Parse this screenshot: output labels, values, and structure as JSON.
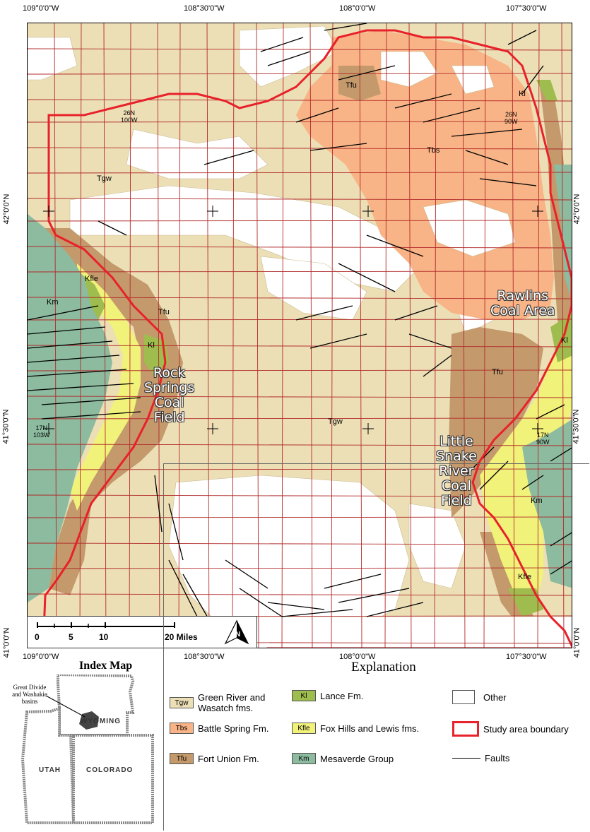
{
  "coords": {
    "top": [
      "109°0'0\"W",
      "108°30'0\"W",
      "108°0'0\"W",
      "107°30'0\"W"
    ],
    "bottom": [
      "109°0'0\"W",
      "108°30'0\"W",
      "108°0'0\"W",
      "107°30'0\"W"
    ],
    "left": [
      "42°0'0\"N",
      "41°30'0\"N",
      "41°0'0\"N"
    ],
    "right": [
      "42°0'0\"N",
      "41°30'0\"N",
      "41°0'0\"N"
    ]
  },
  "colors": {
    "tgw": "#ecdfb6",
    "tbs": "#f8b486",
    "tfu": "#c49a6c",
    "kl": "#9ebd4e",
    "kfle": "#f1f27a",
    "km": "#8cbb9f",
    "other": "#ffffff",
    "boundary": "#e8212a",
    "grid": "#b22a2a",
    "faults": "#000000"
  },
  "map_units": {
    "tgw_a": "Tgw",
    "tgw_b": "Tgw",
    "tbs": "Tbs",
    "tfu_a": "Tfu",
    "tfu_b": "Tfu",
    "tfu_c": "Tfu",
    "kl_a": "Kl",
    "kl_b": "Kl",
    "kl_c": "Kl",
    "kfle_a": "Kfle",
    "kfle_b": "Kfle",
    "km_a": "Km",
    "km_b": "Km"
  },
  "townships": {
    "t1": "26N\n100W",
    "t2": "26N\n90W",
    "t3": "17N\n103W",
    "t4": "17N\n90W"
  },
  "areas": {
    "rawlins": "Rawlins\nCoal Area",
    "rock_springs": "Rock\nSprings\nCoal\nField",
    "little_snake": "Little\nSnake\nRiver\nCoal\nField"
  },
  "scalebar": {
    "ticks": [
      "0",
      "5",
      "10",
      "20 Miles"
    ],
    "north_icon": "north-arrow-icon"
  },
  "index_map": {
    "title": "Index Map",
    "note": "Great Divide\nand Washakie\nbasins",
    "states": [
      "WYOMING",
      "UTAH",
      "COLORADO"
    ]
  },
  "explanation": {
    "title": "Explanation",
    "items": [
      {
        "code": "Tgw",
        "label": "Green River and\nWasatch fms."
      },
      {
        "code": "Tbs",
        "label": "Battle Spring Fm."
      },
      {
        "code": "Tfu",
        "label": "Fort Union Fm."
      },
      {
        "code": "Kl",
        "label": "Lance Fm."
      },
      {
        "code": "Kfle",
        "label": "Fox Hills and Lewis fms."
      },
      {
        "code": "Km",
        "label": "Mesaverde Group"
      },
      {
        "code": "",
        "label": "Other"
      },
      {
        "code": "",
        "label": "Study area boundary"
      },
      {
        "code": "",
        "label": "Faults"
      }
    ]
  }
}
